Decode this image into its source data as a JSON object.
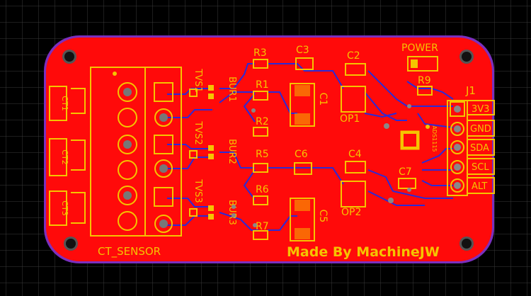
{
  "board": {
    "connector_label": "CT_SENSOR",
    "footer_credit": "Made By MachineJW",
    "ct_labels": [
      "CT1",
      "CT2",
      "CT3"
    ],
    "tvs_labels": [
      "TVS1",
      "TVS2",
      "TVS3"
    ],
    "burden_labels": [
      "BUR1",
      "BUR2",
      "BUR3"
    ],
    "resistor_labels": [
      "R3",
      "R1",
      "R2",
      "R5",
      "R6",
      "R7",
      "R9"
    ],
    "capacitor_labels": [
      "C3",
      "C2",
      "C1",
      "C6",
      "C4",
      "C5",
      "C7"
    ],
    "opamp_labels": [
      "OP1",
      "OP2"
    ],
    "power_label": "POWER",
    "adc_label": "ADS1115",
    "header_label": "J1",
    "header_pins": [
      "3V3",
      "GND",
      "SDA",
      "SCL",
      "ALT"
    ],
    "colors": {
      "board": "#ff0a0a",
      "outline": "#7b2fbe",
      "silkscreen": "#f5c400",
      "traces": "#2a2ad8",
      "background": "#000000",
      "grid": "#3a3a3a"
    }
  }
}
